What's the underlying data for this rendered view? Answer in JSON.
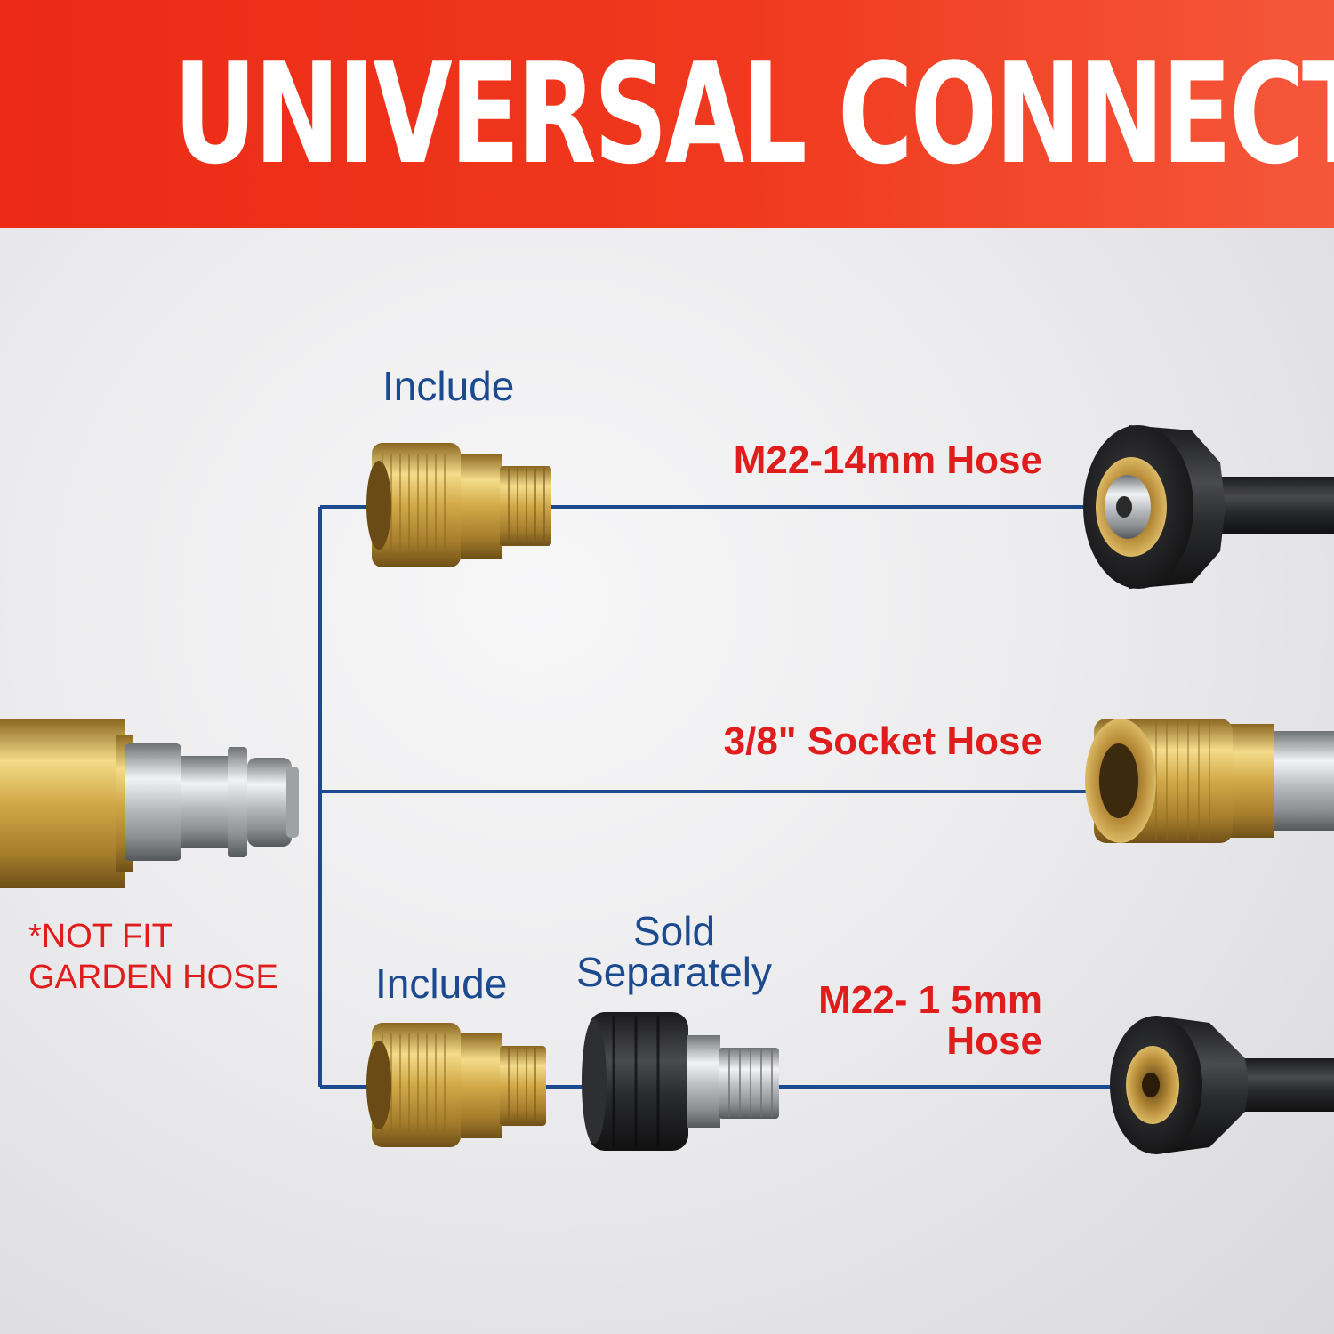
{
  "banner": {
    "title": "UNIVERSAL CONNECTION"
  },
  "labels": {
    "include_top": "Include",
    "include_bottom": "Include",
    "sold_line1": "Sold",
    "sold_line2": "Separately",
    "m22_14": "M22-14mm Hose",
    "socket_3_8": "3/8\" Socket Hose",
    "m22_15_line1": "M22- 1 5mm",
    "m22_15_line2": "Hose",
    "not_fit_line1": "*NOT FIT",
    "not_fit_line2": "GARDEN HOSE"
  },
  "colors": {
    "banner": "#ec2a16",
    "connector": "#1b4a8e",
    "label_blue": "#1b4a8e",
    "label_red": "#e01d1d",
    "brass": "#c9a24a"
  }
}
